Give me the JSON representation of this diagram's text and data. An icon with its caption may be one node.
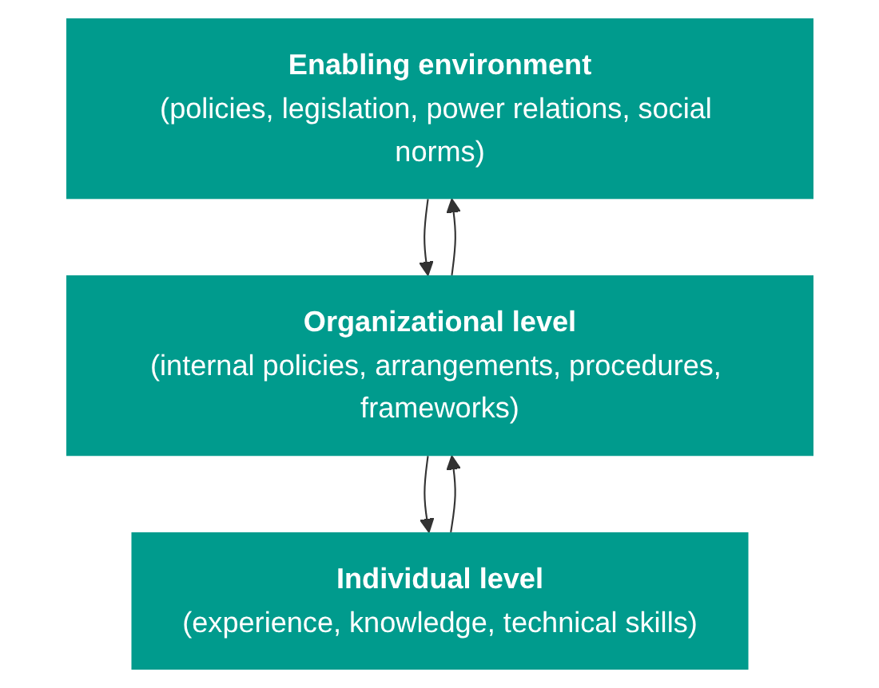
{
  "diagram": {
    "nodes": [
      {
        "text": [
          "Enabling environment",
          "(policies, legislation, power relations, social norms)"
        ]
      },
      {
        "text": [
          "Organizational level",
          "(internal policies, arrangements, procedures, frameworks)"
        ]
      },
      {
        "text": [
          "Individual level",
          "(experience, knowledge, technical skills)"
        ]
      }
    ],
    "edges": [
      {
        "from": 0,
        "to": 1,
        "arrow": "to"
      },
      {
        "from": 1,
        "to": 2,
        "arrow": "to"
      },
      {
        "from": 1,
        "to": 0,
        "arrow": "to"
      },
      {
        "from": 2,
        "to": 1,
        "arrow": "to"
      }
    ]
  }
}
